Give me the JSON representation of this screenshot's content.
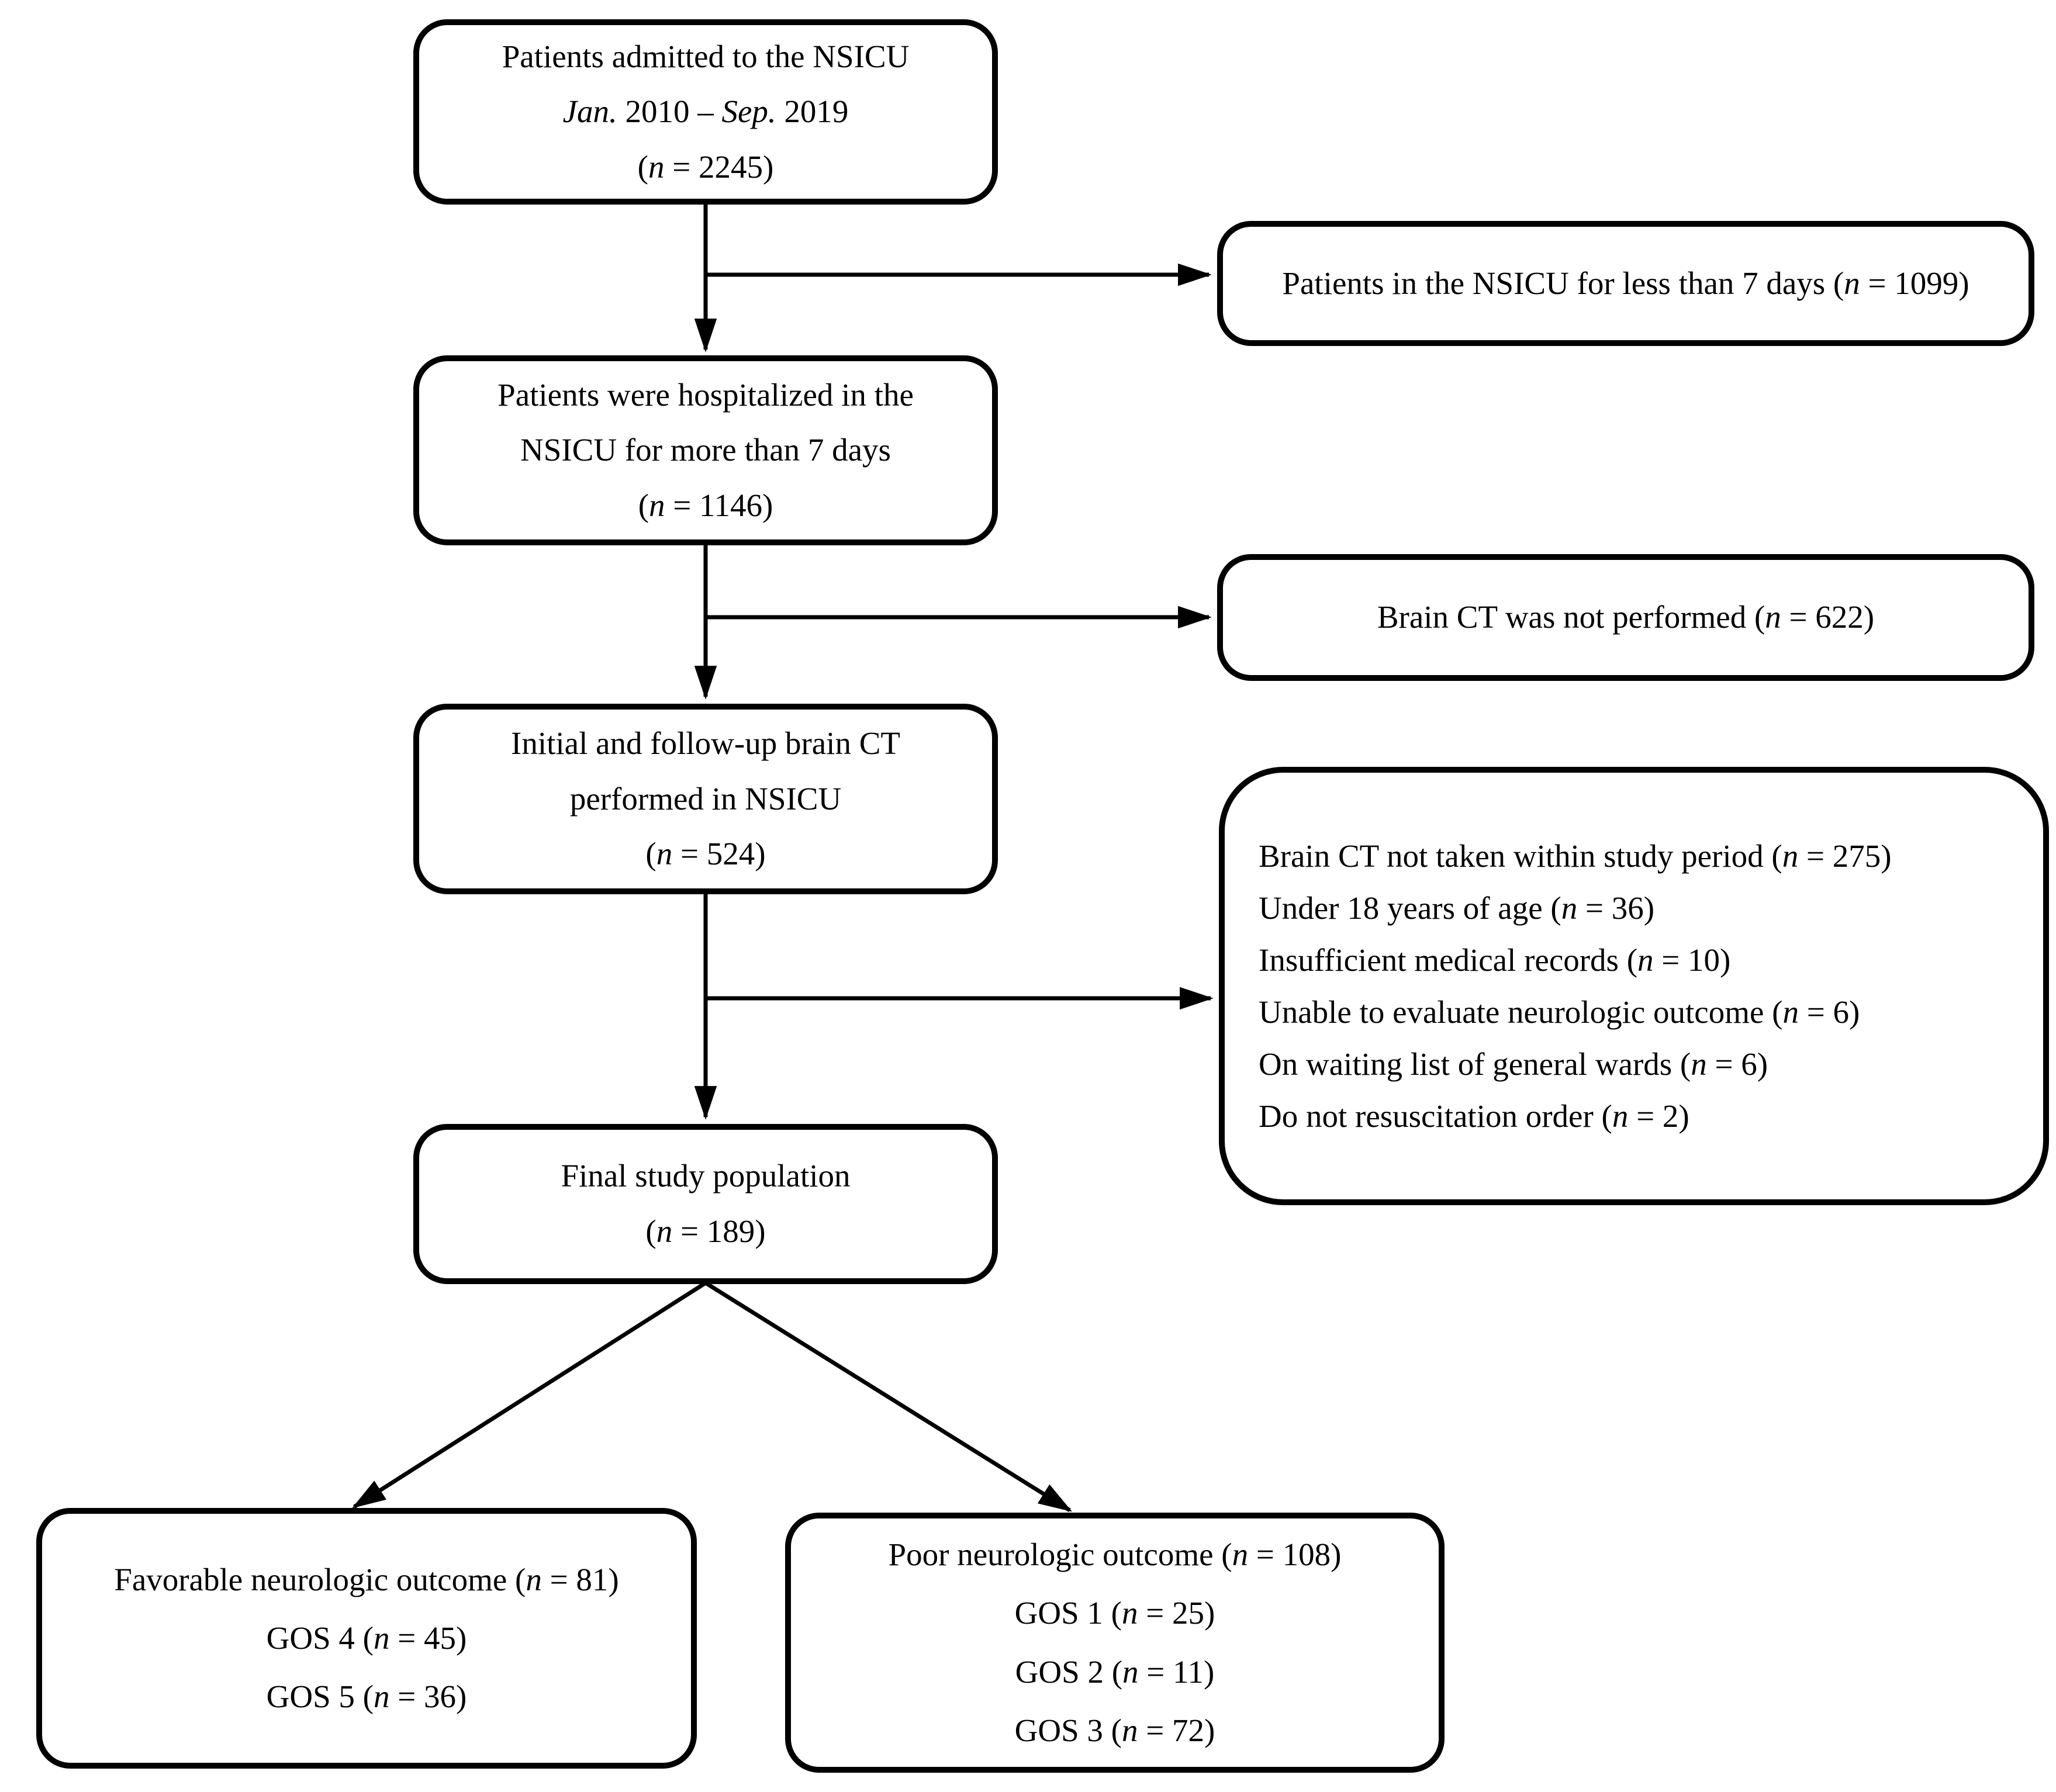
{
  "figure": {
    "colors": {
      "background": "#ffffff",
      "border": "#000000",
      "text": "#000000",
      "arrow": "#000000"
    },
    "boxes": {
      "admitted": {
        "lines": [
          "Patients admitted to the NSICU",
          "Jan. 2010 – Sep. 2019",
          "(n = 2245)"
        ]
      },
      "less_than_7_days": {
        "lines": [
          "Patients in the NSICU for less than 7 days (n = 1099)"
        ]
      },
      "hospitalized": {
        "lines": [
          "Patients were hospitalized in the",
          "NSICU for more than 7 days",
          "(n = 1146)"
        ]
      },
      "ct_not_performed": {
        "lines": [
          "Brain CT was not performed (n = 622)"
        ]
      },
      "ct_performed": {
        "lines": [
          "Initial and follow-up brain CT",
          "performed in NSICU",
          "(n = 524)"
        ]
      },
      "exclusions": {
        "lines": [
          "Brain CT not taken within study period (n = 275)",
          "Under 18 years of age (n = 36)",
          "Insufficient medical records (n = 10)",
          "Unable to evaluate neurologic outcome (n = 6)",
          "On waiting list of general wards (n = 6)",
          "Do not resuscitation order (n = 2)"
        ]
      },
      "final_population": {
        "lines": [
          "Final study population",
          "(n = 189)"
        ]
      },
      "favorable_outcome": {
        "lines": [
          "Favorable neurologic outcome (n = 81)",
          "GOS 4 (n = 45)",
          "GOS 5 (n = 36)"
        ]
      },
      "poor_outcome": {
        "lines": [
          "Poor neurologic outcome (n = 108)",
          "GOS 1 (n = 25)",
          "GOS 2 (n = 11)",
          "GOS 3 (n = 72)"
        ]
      }
    }
  }
}
